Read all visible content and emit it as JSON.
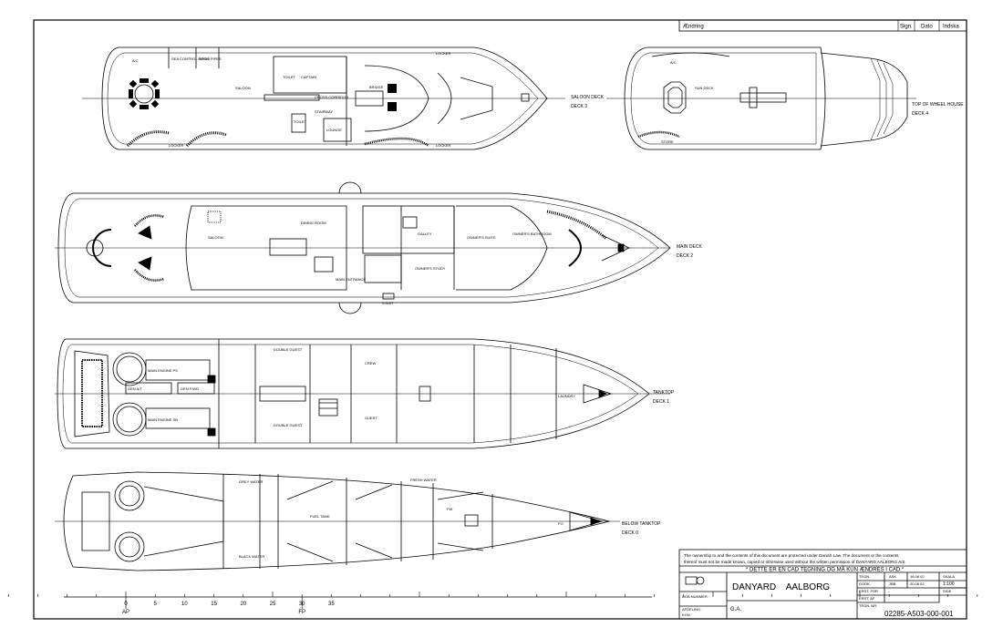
{
  "revision_table": {
    "headers": [
      "Ændring",
      "Sign.",
      "Dato",
      "Indska"
    ]
  },
  "decks": [
    {
      "name": "SALOON DECK",
      "number": "DECK 3"
    },
    {
      "name": "TOP OF WHEEL HOUSE",
      "number": "DECK 4"
    },
    {
      "name": "MAIN DECK",
      "number": "DECK 2"
    },
    {
      "name": "TANKTOP",
      "number": "DECK 1"
    },
    {
      "name": "BELOW TANKTOP",
      "number": "DECK 0"
    }
  ],
  "room_labels": {
    "saloon_deck": [
      "A/C",
      "SEA CONTROL ROOM",
      "SPRIT PIPES",
      "SALOON",
      "TOILET",
      "CAPTAIN",
      "CROSS CORRIDOR",
      "STAIRWAY",
      "TOILET",
      "LOUNGE",
      "BRIDGE",
      "LOCKER",
      "LOCKER",
      "LOCKER"
    ],
    "top_deck": [
      "A/C",
      "SUN DECK",
      "STORE"
    ],
    "main_deck": [
      "SALOON",
      "DINING ROOM",
      "GALLEY",
      "OWNER'S SUITE",
      "OWNER'S BATHROOM",
      "OWNER'S STUDY",
      "MAIN ENTRANCE",
      "TOILET"
    ],
    "tanktop": [
      "MAIN ENGINE PS",
      "MAIN ENGINE SB",
      "GEN A/T",
      "GEN F/WD",
      "DOUBLE GUEST",
      "DOUBLE GUEST",
      "CREW",
      "GUEST",
      "LAUNDRY"
    ],
    "below_tanktop": [
      "GREY WATER",
      "BLACK WATER",
      "FUEL TANK",
      "FRESH WATER",
      "FW",
      "FO"
    ]
  },
  "scale_ticks": [
    {
      "label": "0",
      "sub": "AP"
    },
    {
      "label": "5"
    },
    {
      "label": "10"
    },
    {
      "label": "15"
    },
    {
      "label": "20"
    },
    {
      "label": "25"
    },
    {
      "label": "30",
      "sub": "FP"
    },
    {
      "label": "35"
    }
  ],
  "title_block": {
    "ownership_line1": "The ownership to and the contents of this document are protected under Danish Law. The document or the contents",
    "ownership_line2": "thereof must not be made known, copied or otherwise used without the written permission of DANYARD AALBORG A/S",
    "cad_notice": "* DETTE ER EN CAD TEGNING OG MÅ KUN ÆNDRES I CAD *",
    "company": "DANYARD    AALBORG",
    "dob_label": "DOB NUMMER :",
    "afdeling_label": "AFDELING :",
    "afdeling_value": "KON",
    "drawing_title": "G.A.",
    "fields": {
      "tegn_label": "TEGN.",
      "tegn_sign": "ASK",
      "tegn_date": "18.08.02",
      "godk_label": "GODK.",
      "godk_sign": "JBB",
      "godk_date": "20.08.02",
      "erst_for_label": "ERST. FOR",
      "erst_for_value": "-",
      "erst_af_label": "ERST. AF",
      "erst_af_value": "-",
      "tegn_nr_label": "TEGN. NR."
    },
    "skala_label": "SKALA",
    "skala_value": "1:100",
    "side_label": "SIDE",
    "drawing_number": "02285-A503-000-001"
  }
}
